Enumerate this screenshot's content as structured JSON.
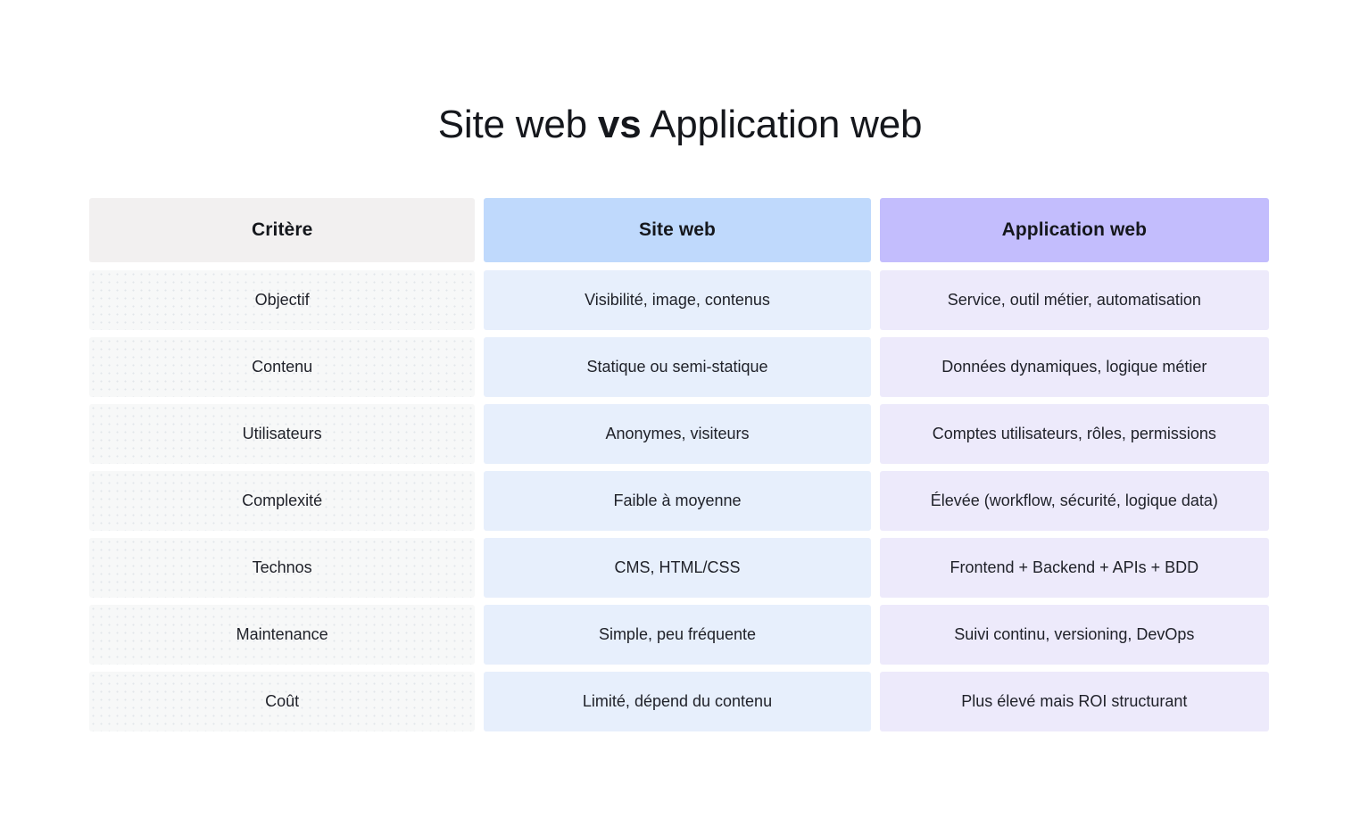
{
  "title": {
    "part1": "Site web ",
    "emphasis": "vs",
    "part2": " Application web"
  },
  "colors": {
    "header_criteria_bg": "#f2f0f0",
    "header_site_bg": "#bfd9fc",
    "header_app_bg": "#c3bdfd",
    "body_criteria_bg": "#f7f8f8",
    "body_site_bg": "#e7effc",
    "body_app_bg": "#edeafb",
    "text": "#15171c",
    "page_bg": "#ffffff"
  },
  "table": {
    "headers": {
      "criteria": "Critère",
      "site": "Site web",
      "app": "Application web"
    },
    "rows": [
      {
        "criteria": "Objectif",
        "site": "Visibilité, image, contenus",
        "app": "Service, outil métier, automatisation"
      },
      {
        "criteria": "Contenu",
        "site": "Statique ou semi-statique",
        "app": "Données dynamiques, logique métier"
      },
      {
        "criteria": "Utilisateurs",
        "site": "Anonymes, visiteurs",
        "app": "Comptes utilisateurs, rôles, permissions"
      },
      {
        "criteria": "Complexité",
        "site": "Faible à moyenne",
        "app": "Élevée (workflow, sécurité, logique data)"
      },
      {
        "criteria": "Technos",
        "site": "CMS, HTML/CSS",
        "app": "Frontend + Backend + APIs + BDD"
      },
      {
        "criteria": "Maintenance",
        "site": "Simple, peu fréquente",
        "app": "Suivi continu, versioning, DevOps"
      },
      {
        "criteria": "Coût",
        "site": "Limité, dépend du contenu",
        "app": "Plus élevé mais ROI structurant"
      }
    ]
  }
}
